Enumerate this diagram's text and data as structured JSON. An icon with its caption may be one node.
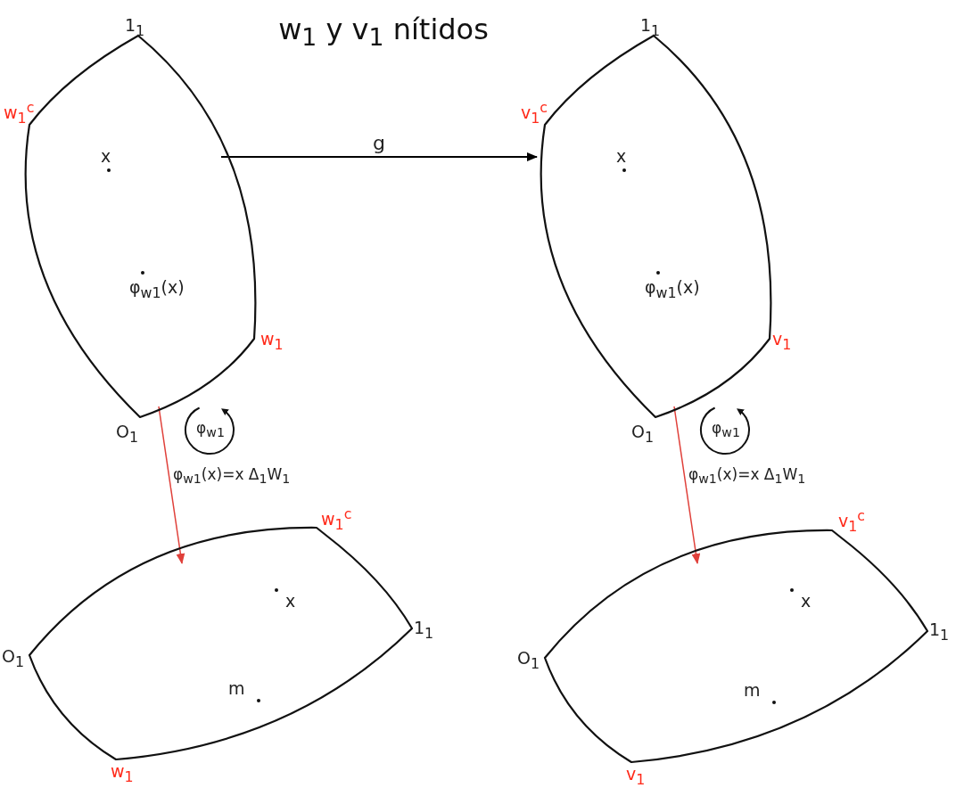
{
  "diagram": {
    "title": "w$_{1}$ y v$_{1}$ nítidos",
    "nodes": [
      {
        "text": [
          "x",
          "φ$_{w1}$(x)"
        ],
        "beside": [
          "1$_{1}$",
          "w$_{1}$$^{c}$",
          "w$_{1}$",
          "O$_{1}$"
        ]
      },
      {
        "text": [
          "x",
          "φ$_{w1}$(x)"
        ],
        "beside": [
          "1$_{1}$",
          "v$_{1}$$^{c}$",
          "v$_{1}$",
          "O$_{1}$"
        ]
      },
      {
        "text": [
          "x",
          "m"
        ],
        "beside": [
          "w$_{1}$$^{c}$",
          "O$_{1}$",
          "1$_{1}$",
          "w$_{1}$"
        ]
      },
      {
        "text": [
          "x",
          "m"
        ],
        "beside": [
          "v$_{1}$$^{c}$",
          "O$_{1}$",
          "1$_{1}$",
          "v$_{1}$"
        ]
      },
      {
        "text": [
          "φ$_{w1}$"
        ]
      },
      {
        "text": [
          "φ$_{w1}$"
        ]
      }
    ],
    "edges": [
      {
        "from": 0,
        "to": 1,
        "arrow": "to",
        "label": "g",
        "color": "#000000"
      },
      {
        "from": 0,
        "to": 2,
        "arrow": "to",
        "label": "φ$_{w1}$(x)=x Δ$_{1}$W$_{1}$",
        "color": "#e0403a"
      },
      {
        "from": 1,
        "to": 3,
        "arrow": "to",
        "label": "φ$_{w1}$(x)=x Δ$_{1}$W$_{1}$",
        "color": "#e0403a"
      }
    ]
  }
}
